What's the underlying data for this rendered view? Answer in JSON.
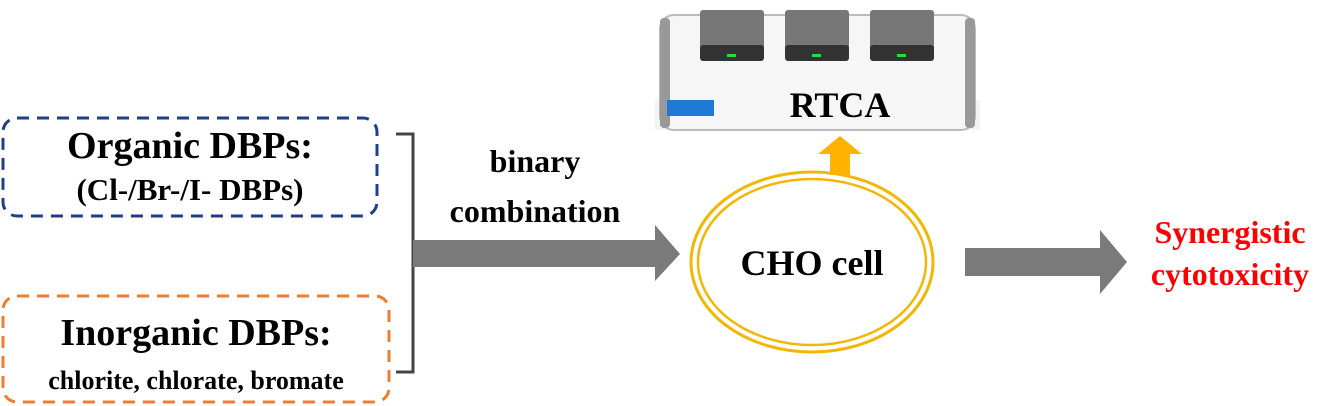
{
  "organic": {
    "title": "Organic DBPs:",
    "subtitle": "(Cl-/Br-/I- DBPs)"
  },
  "inorganic": {
    "title": "Inorganic DBPs:",
    "subtitle": "chlorite, chlorate, bromate"
  },
  "arrow_label": {
    "line1": "binary",
    "line2": "combination"
  },
  "cell": "CHO cell",
  "device": "RTCA",
  "outcome": {
    "line1": "Synergistic",
    "line2": "cytotoxicity"
  },
  "colors": {
    "organic": "#1f3f8a",
    "inorganic": "#ef7d2f",
    "cell": "#f2b705",
    "arrow": "#7a7a7a",
    "up_arrow": "#ffb300",
    "outcome": "#ff0000"
  }
}
